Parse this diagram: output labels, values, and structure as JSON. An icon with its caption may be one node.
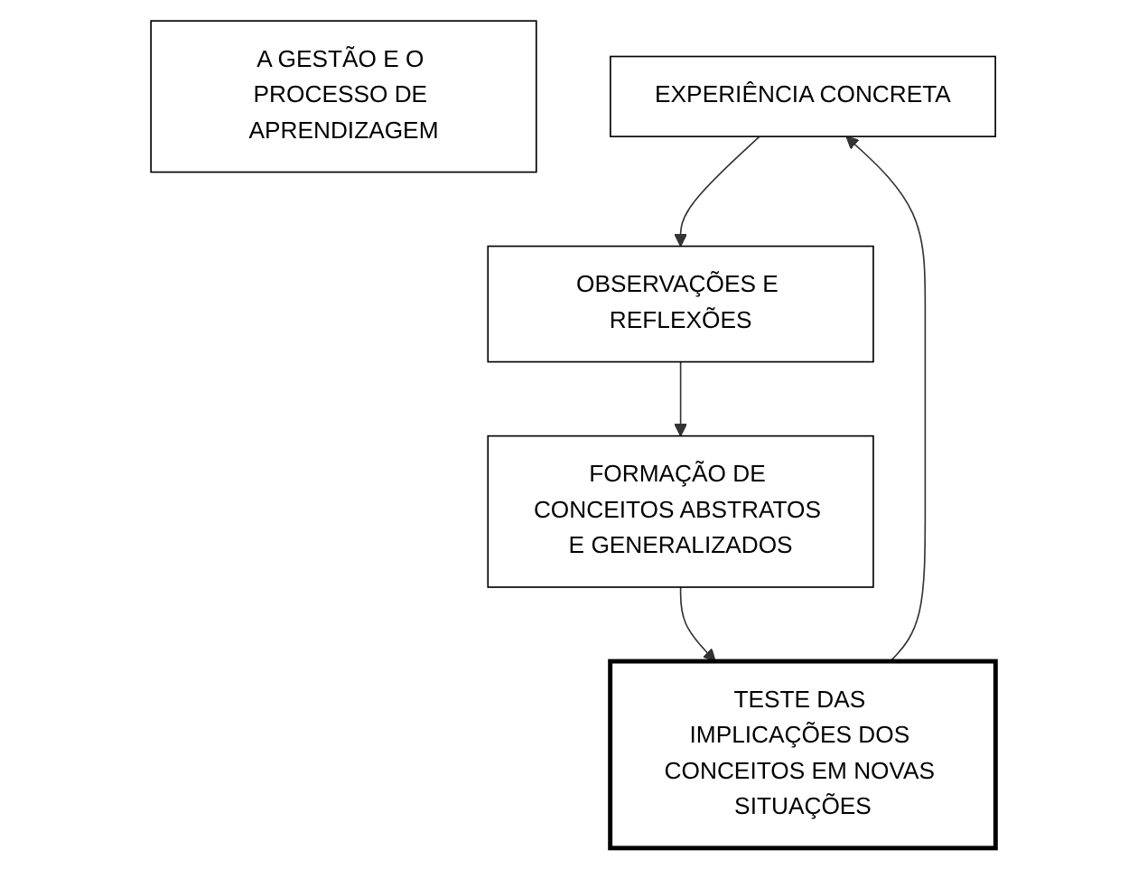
{
  "diagram": {
    "nodes": [
      {
        "text": [
          "A GESTÃO E O PROCESSO DE APRENDIZAGEM"
        ]
      },
      {
        "text": [
          "EXPERIÊNCIA CONCRETA"
        ]
      },
      {
        "text": [
          "OBSERVAÇÕES E REFLEXÕES"
        ]
      },
      {
        "text": [
          "FORMAÇÃO DE CONCEITOS ABSTRATOS E GENERALIZADOS"
        ]
      },
      {
        "text": [
          "TESTE DAS IMPLICAÇÕES DOS CONCEITOS EM NOVAS SITUAÇÕES"
        ]
      }
    ],
    "edges": [
      {
        "from": 1,
        "to": 2,
        "arrow": "to"
      },
      {
        "from": 2,
        "to": 3,
        "arrow": "to"
      },
      {
        "from": 3,
        "to": 4,
        "arrow": "to"
      },
      {
        "from": 4,
        "to": 1,
        "arrow": "to"
      }
    ]
  }
}
